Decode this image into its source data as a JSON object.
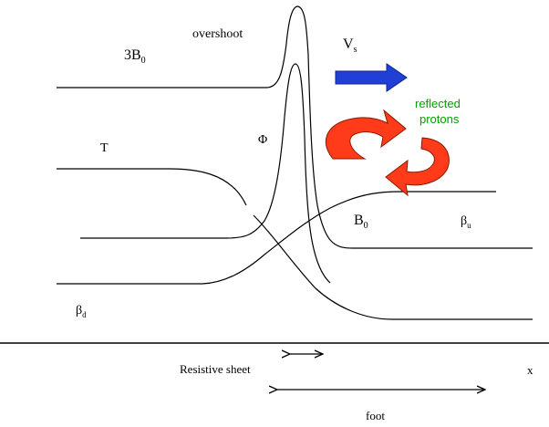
{
  "labels": {
    "overshoot": "overshoot",
    "b3": "3B",
    "b3_sub": "0",
    "vs": "V",
    "vs_sub": "s",
    "reflected": "reflected",
    "protons": "protons",
    "temperature": "T",
    "potential": "Φ",
    "b0": "B",
    "b0_sub": "0",
    "beta_u": "β",
    "beta_u_sub": "u",
    "beta_d": "β",
    "beta_d_sub": "d",
    "resistive_sheet": "Resistive sheet",
    "x_axis": "x",
    "foot": "foot"
  },
  "colors": {
    "velocity_arrow": "#1f3fd6",
    "reflected_arrows": "#ff3b1a",
    "reflected_text": "#00a000",
    "lines": "#000000"
  },
  "icons": {
    "velocity": "right-arrow-icon",
    "reflection": "curved-arrow-icon"
  }
}
